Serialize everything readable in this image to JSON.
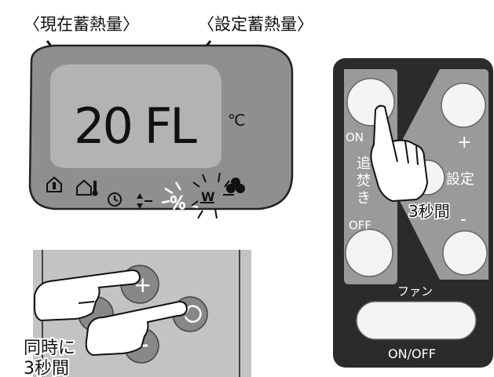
{
  "callouts": {
    "current": "〈現在蓄熱量〉",
    "target": "〈設定蓄熱量〉"
  },
  "display": {
    "reading": "20 FL",
    "unit": "℃",
    "percent_symbol": "%"
  },
  "buttons_panel": {
    "hold_note_line1": "同時に",
    "hold_note_line2": "3秒間"
  },
  "remote": {
    "on_label": "ON",
    "reheat_label_1": "追",
    "reheat_label_2": "焚",
    "reheat_label_3": "き",
    "off_label": "OFF",
    "plus_label": "+",
    "setting_label": "設定",
    "hold_label": "3秒間",
    "minus_label": "-",
    "fan_label": "ファン",
    "onoff_label": "ON/OFF"
  },
  "colors": {
    "panel_gray": "#8f8f8f",
    "lcd_gray": "#b3b3b3",
    "remote_black": "#2b2b2b",
    "button_white": "#f4f4f4"
  }
}
